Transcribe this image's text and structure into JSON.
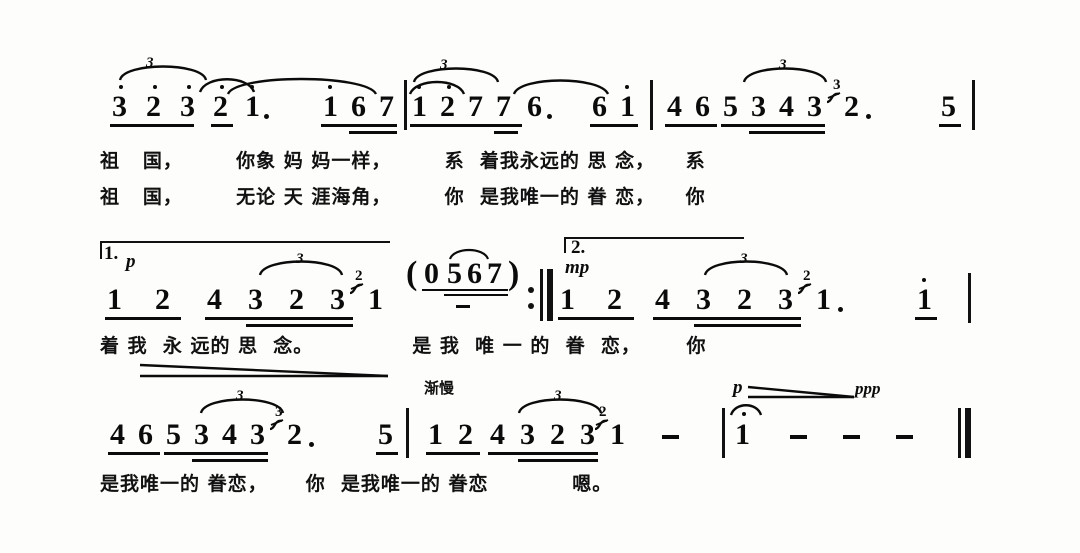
{
  "document": {
    "type": "jianpu-sheet-music",
    "language": "zh",
    "ink_color": "#0b0b0b",
    "paper_color": "#fdfdfb"
  },
  "systems": [
    {
      "id": "system-1",
      "measures": [
        {
          "id": "m1",
          "notes": [
            {
              "num": "3",
              "octave": "high",
              "beams": 1
            },
            {
              "num": "2",
              "octave": "high",
              "beams": 1
            },
            {
              "num": "3",
              "octave": "high",
              "beams": 1
            },
            {
              "num": "2",
              "octave": "high",
              "beams": 1
            },
            {
              "num": "1",
              "octave": "high",
              "dotted": true,
              "beams": 0
            },
            {
              "num": "1",
              "octave": "high",
              "beams": 1
            },
            {
              "num": "6",
              "octave": "mid",
              "beams": 2
            },
            {
              "num": "7",
              "octave": "mid",
              "beams": 1
            }
          ],
          "tuplet": "3"
        },
        {
          "id": "m2",
          "notes": [
            {
              "num": "1",
              "octave": "high",
              "beams": 1
            },
            {
              "num": "2",
              "octave": "high",
              "beams": 1
            },
            {
              "num": "7",
              "octave": "mid",
              "beams": 1
            },
            {
              "num": "7",
              "octave": "mid",
              "beams": 1
            },
            {
              "num": "6",
              "octave": "mid",
              "dotted": true,
              "beams": 0
            },
            {
              "num": "6",
              "octave": "mid",
              "beams": 1
            },
            {
              "num": "1",
              "octave": "high",
              "beams": 1
            }
          ],
          "tuplet": "3"
        },
        {
          "id": "m3",
          "notes": [
            {
              "num": "4",
              "octave": "mid",
              "beams": 1
            },
            {
              "num": "6",
              "octave": "mid",
              "beams": 1
            },
            {
              "num": "5",
              "octave": "mid",
              "beams": 1
            },
            {
              "num": "3",
              "octave": "mid",
              "beams": 2
            },
            {
              "num": "4",
              "octave": "mid",
              "beams": 2
            },
            {
              "num": "3",
              "octave": "mid",
              "beams": 2
            },
            {
              "num": "2",
              "octave": "mid",
              "dotted": true,
              "grace": "3",
              "beams": 0
            },
            {
              "num": "5",
              "octave": "mid",
              "beams": 1
            }
          ],
          "tuplet": "3"
        }
      ],
      "lyrics_line_1": "祖   国，       你象 妈 妈一样，       系  着我永远的 思 念，    系",
      "lyrics_line_2": "祖   国，       无论 天 涯海角，       你  是我唯一的 眷 恋，    你"
    },
    {
      "id": "system-2",
      "volta": {
        "label": "1.",
        "dynamic": "p"
      },
      "volta_2": {
        "label": "2.",
        "dynamic": "mp"
      },
      "measures": [
        {
          "id": "m4",
          "notes": [
            {
              "num": "1",
              "octave": "mid",
              "beams": 1
            },
            {
              "num": "2",
              "octave": "mid",
              "beams": 1
            },
            {
              "num": "4",
              "octave": "mid",
              "beams": 1
            },
            {
              "num": "3",
              "octave": "mid",
              "beams": 2
            },
            {
              "num": "2",
              "octave": "mid",
              "beams": 2
            },
            {
              "num": "3",
              "octave": "mid",
              "beams": 2
            },
            {
              "num": "1",
              "octave": "mid",
              "grace": "2",
              "beams": 0
            }
          ],
          "tuplet": "3"
        },
        {
          "id": "m5-pickup",
          "parenthetical": "(0 5 6 7)",
          "notes": [
            {
              "num": "0",
              "beams": 2
            },
            {
              "num": "5",
              "beams": 2
            },
            {
              "num": "6",
              "beams": 2
            },
            {
              "num": "7",
              "beams": 2
            }
          ]
        },
        {
          "id": "m6",
          "notes": [
            {
              "num": "1",
              "octave": "mid",
              "beams": 1
            },
            {
              "num": "2",
              "octave": "mid",
              "beams": 1
            },
            {
              "num": "4",
              "octave": "mid",
              "beams": 1
            },
            {
              "num": "3",
              "octave": "mid",
              "beams": 2
            },
            {
              "num": "2",
              "octave": "mid",
              "beams": 2
            },
            {
              "num": "3",
              "octave": "mid",
              "beams": 2
            },
            {
              "num": "1",
              "octave": "mid",
              "dotted": true,
              "grace": "2",
              "beams": 0
            },
            {
              "num": "1",
              "octave": "high",
              "beams": 1
            }
          ],
          "tuplet": "3"
        }
      ],
      "repeat_sign": "repeat-end",
      "lyrics_line_1": "着 我  永 远的 思  念。             是 我  唯 一 的  眷  恋，      你"
    },
    {
      "id": "system-3",
      "tempo_marking": "渐慢",
      "dynamics": {
        "start": "p",
        "end": "ppp"
      },
      "measures": [
        {
          "id": "m7",
          "notes": [
            {
              "num": "4",
              "octave": "mid",
              "beams": 1
            },
            {
              "num": "6",
              "octave": "mid",
              "beams": 1
            },
            {
              "num": "5",
              "octave": "mid",
              "beams": 1
            },
            {
              "num": "3",
              "octave": "mid",
              "beams": 2
            },
            {
              "num": "4",
              "octave": "mid",
              "beams": 2
            },
            {
              "num": "3",
              "octave": "mid",
              "beams": 2
            },
            {
              "num": "2",
              "octave": "mid",
              "dotted": true,
              "grace": "3",
              "beams": 0
            },
            {
              "num": "5",
              "octave": "mid",
              "beams": 1
            }
          ],
          "tuplet": "3"
        },
        {
          "id": "m8",
          "notes": [
            {
              "num": "1",
              "octave": "mid",
              "beams": 1
            },
            {
              "num": "2",
              "octave": "mid",
              "beams": 1
            },
            {
              "num": "4",
              "octave": "mid",
              "beams": 1
            },
            {
              "num": "3",
              "octave": "mid",
              "beams": 2
            },
            {
              "num": "2",
              "octave": "mid",
              "beams": 2
            },
            {
              "num": "3",
              "octave": "mid",
              "beams": 2
            },
            {
              "num": "1",
              "octave": "mid",
              "grace": "2",
              "beams": 0
            },
            {
              "num": "-",
              "rest_dash": true
            }
          ],
          "tuplet": "3"
        },
        {
          "id": "m9",
          "notes": [
            {
              "num": "1",
              "octave": "high",
              "fermata": true
            },
            {
              "num": "-",
              "rest_dash": true
            },
            {
              "num": "-",
              "rest_dash": true
            },
            {
              "num": "-",
              "rest_dash": true
            }
          ]
        }
      ],
      "lyrics_line_1": "是我唯一的 眷恋，     你  是我唯一的 眷恋           嗯。"
    }
  ],
  "annotations": {
    "tempo_slow": "渐慢",
    "dynamic_p": "p",
    "dynamic_mp": "mp",
    "dynamic_ppp": "ppp",
    "volta_1": "1.",
    "volta_2": "2.",
    "triplet": "3",
    "grace_2": "2",
    "grace_3": "3"
  }
}
